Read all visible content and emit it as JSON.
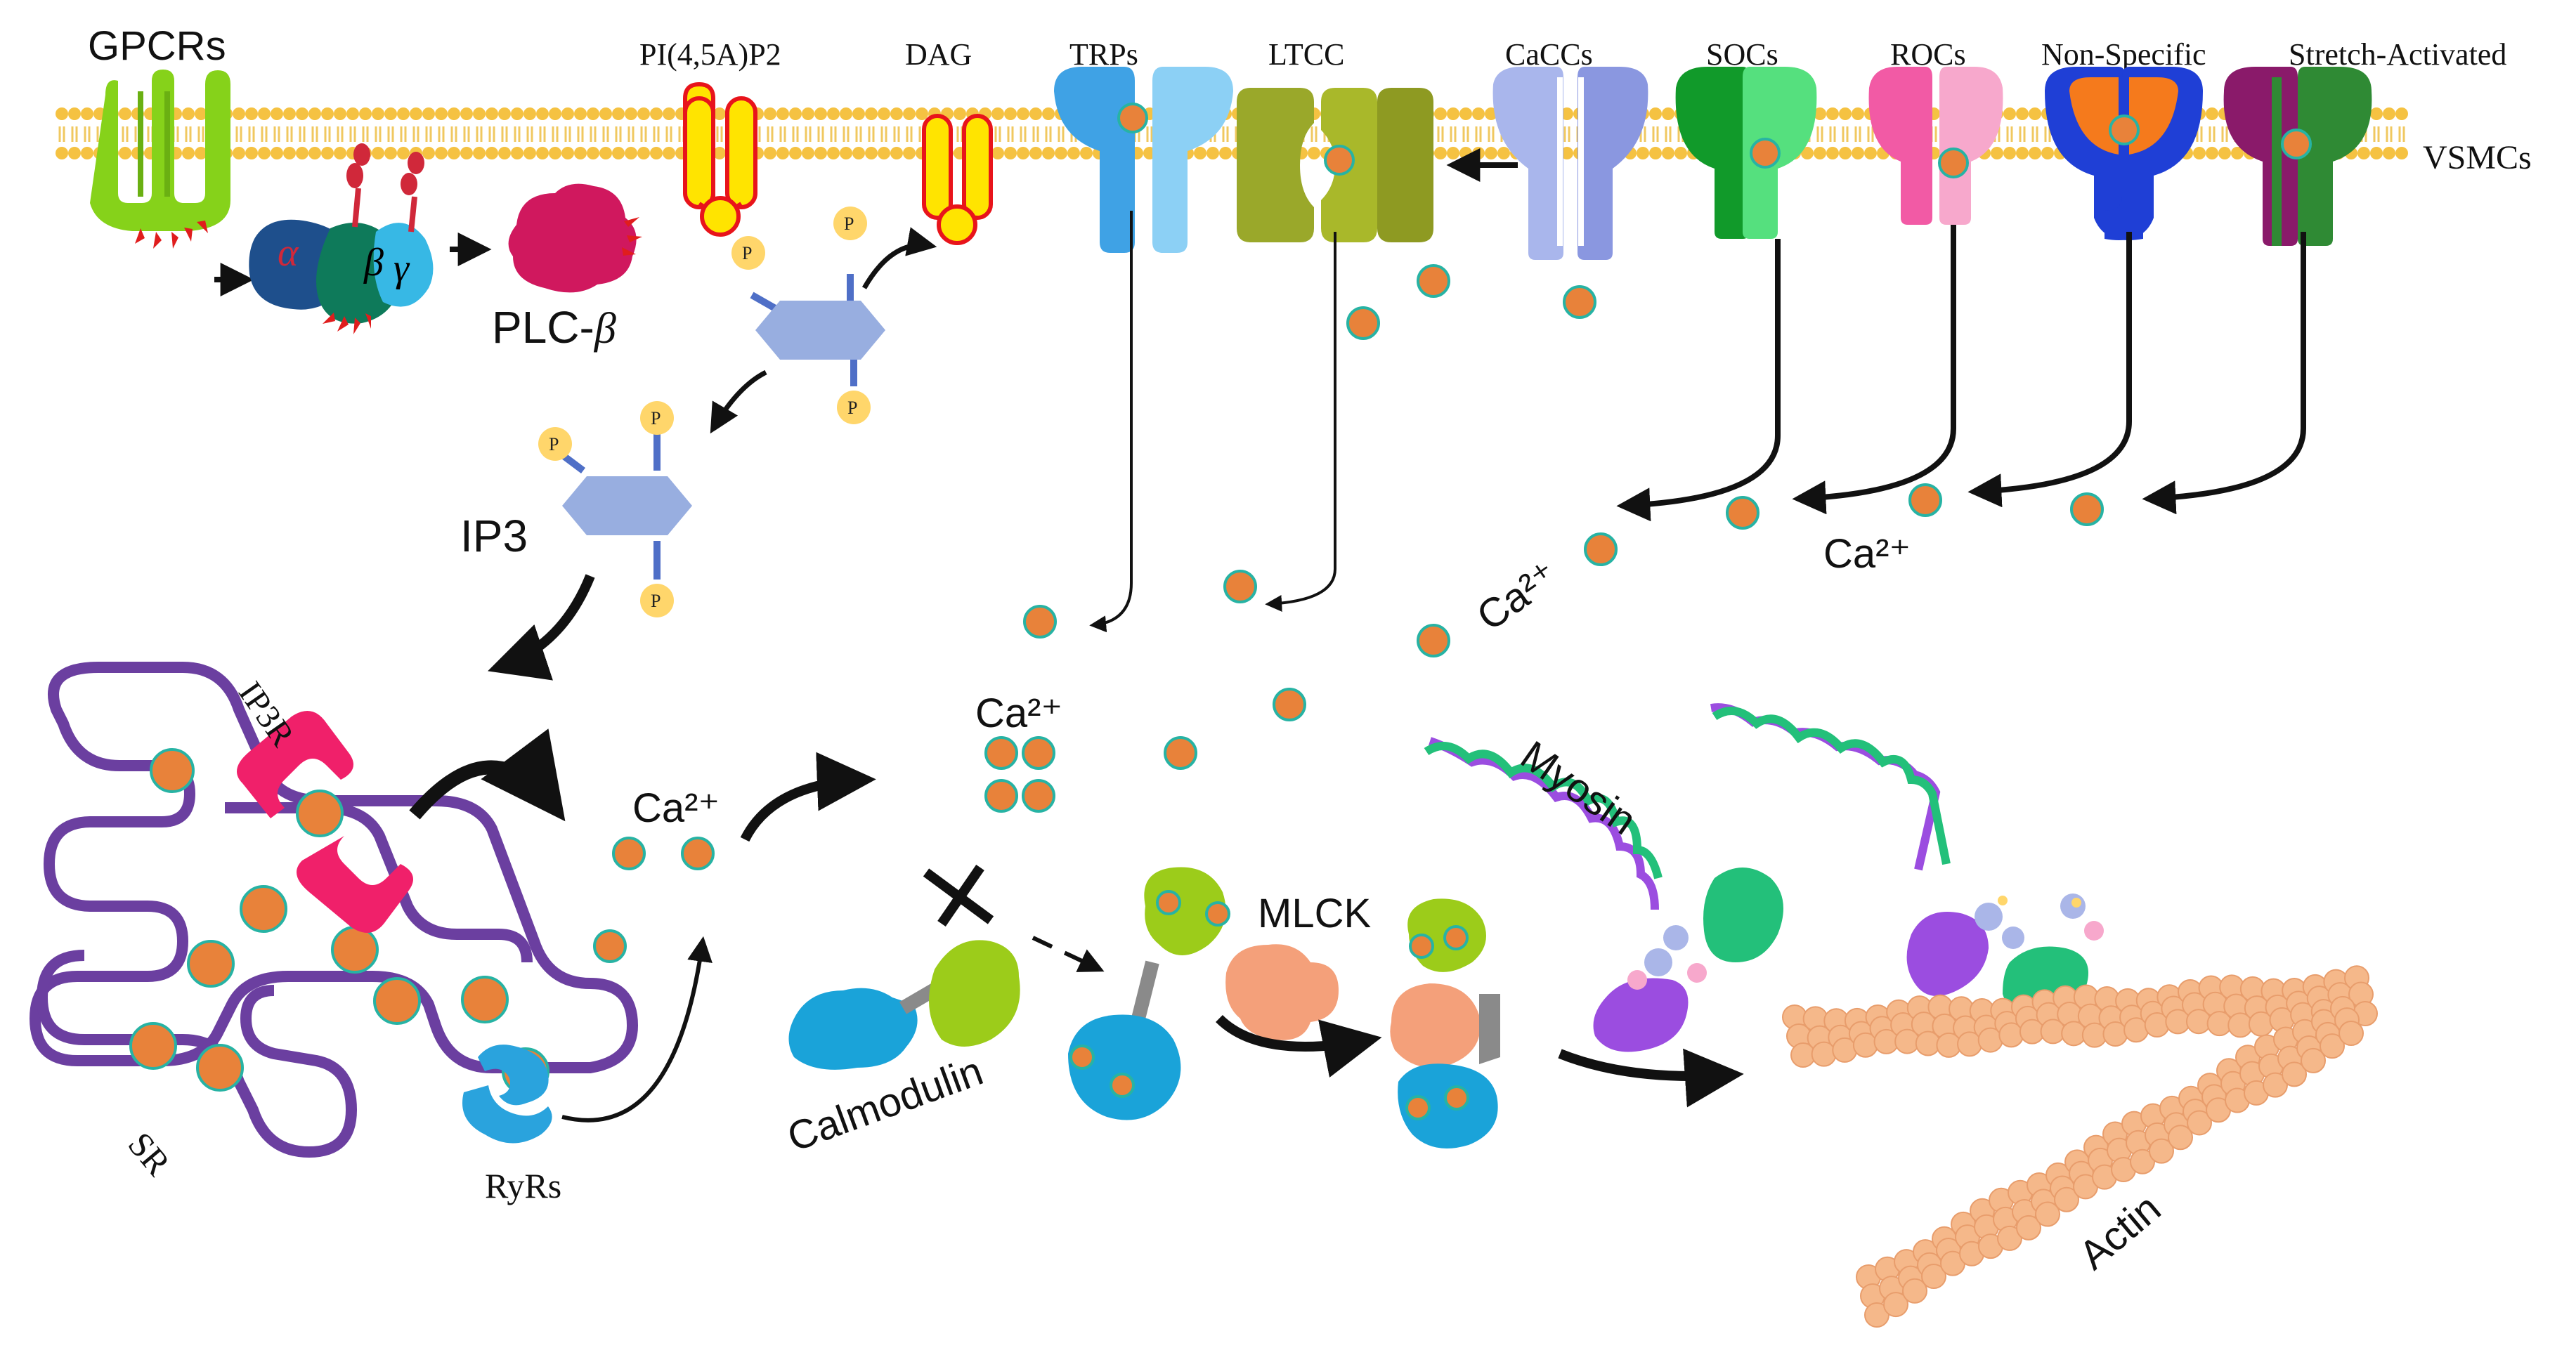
{
  "labels": {
    "gpcrs": "GPCRs",
    "pip2": "PI(4,5A)P2",
    "dag": "DAG",
    "trps": "TRPs",
    "ltcc": "LTCC",
    "caccs": "CaCCs",
    "socs": "SOCs",
    "rocs": "ROCs",
    "non_specific": "Non-Specific",
    "stretch_activated": "Stretch-Activated",
    "vsmcs": "VSMCs",
    "alpha": "α",
    "beta": "β",
    "gamma": "γ",
    "plc": "PLC-",
    "plc_beta": "β",
    "phosphate": "P",
    "ip3": "IP3",
    "ip3r": "IP3R",
    "sr": "SR",
    "ryrs": "RyRs",
    "ca_release": "Ca²⁺",
    "ca_cluster": "Ca²⁺",
    "ca_diag": "Ca²⁺",
    "ca_right": "Ca²⁺",
    "calmodulin": "Calmodulin",
    "mlck": "MLCK",
    "myosin": "Myosin",
    "actin": "Actin"
  },
  "colors": {
    "membrane_head": "#f5c242",
    "calcium": "#e8823a",
    "calcium_ring": "#27b3a4",
    "sr_outline": "#6b3fa0",
    "ip3r": "#f0206a",
    "ryr": "#2aa3dd",
    "calmodulin": "#1aa3d9",
    "calmodulin_lobe": "#9ccc1a",
    "mlck": "#f4a07a",
    "actin": "#f5b88a",
    "myosin_green": "#23c07a",
    "myosin_purple": "#9b4de0",
    "gpcr": "#86d21a",
    "plc": "#d0185e",
    "phosphate": "#ffd66b",
    "inositol": "#98aee0",
    "pip2_ring": "#e8141b",
    "pip2_fill": "#ffe400"
  }
}
